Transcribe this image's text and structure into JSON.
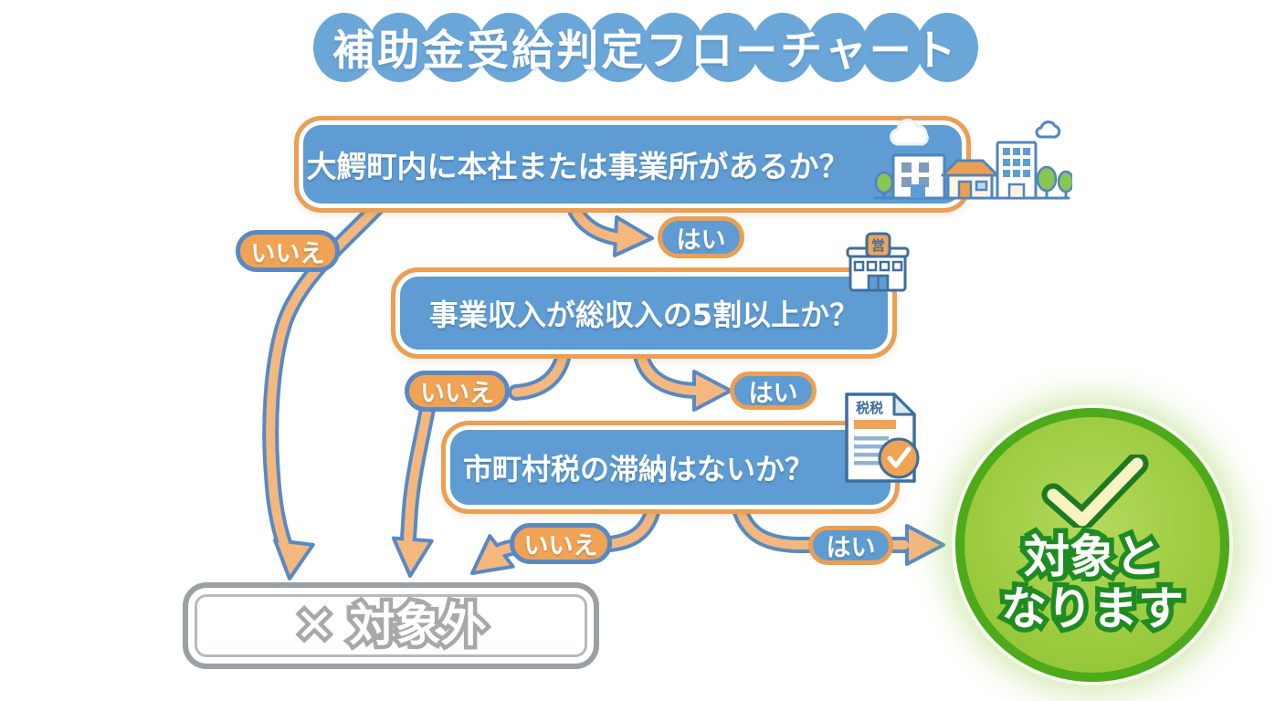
{
  "title": "補助金受給判定フローチャート",
  "questions": [
    {
      "text": "大鰐町内に本社または事業所があるか？",
      "yes_label": "はい",
      "no_label": "いいえ"
    },
    {
      "text": "事業収入が総収入の5割以上か？",
      "yes_label": "はい",
      "no_label": "いいえ"
    },
    {
      "text": "市町村税の滞納はないか？",
      "yes_label": "はい",
      "no_label": "いいえ"
    }
  ],
  "results": {
    "eligible": {
      "line1": "対象と",
      "line2": "なります"
    },
    "not_eligible": {
      "text": "✕ 対象外"
    }
  },
  "icons": {
    "shop_sign": "営",
    "tax_doc_label": "税税"
  },
  "colors": {
    "banner_blue": "#6ba6d9",
    "box_blue": "#5e9cd3",
    "border_orange": "#ec9f51",
    "pill_orange": "#f0a355",
    "outline_blue": "#5889c4",
    "arrow_orange": "#f4b87e",
    "result_green": "#96c63c",
    "result_border_green": "#4daa1a",
    "gray": "#9aa0a3"
  }
}
